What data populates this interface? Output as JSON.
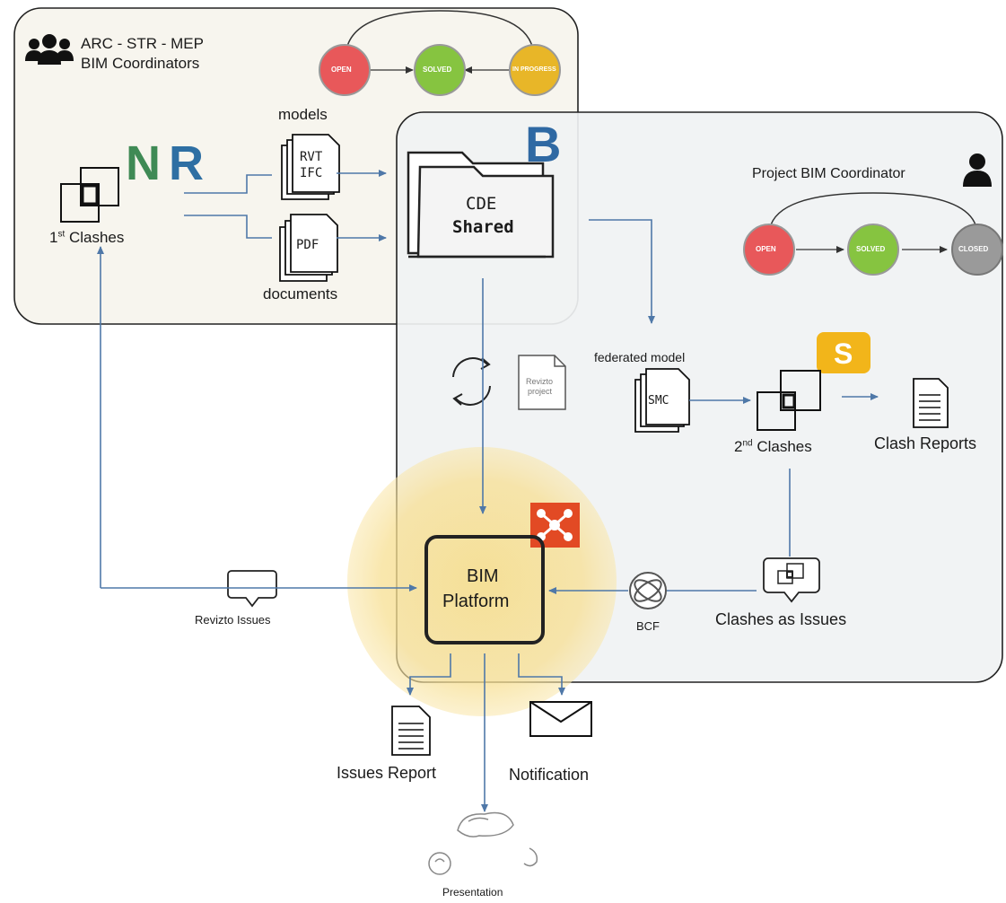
{
  "groups": {
    "team": {
      "line1": "ARC - STR - MEP",
      "line2": "BIM Coordinators"
    },
    "project": {
      "title": "Project BIM Coordinator"
    }
  },
  "workflow_top": [
    "OPEN",
    "SOLVED",
    "IN PROGRESS"
  ],
  "workflow_right": [
    "OPEN",
    "SOLVED",
    "CLOSED"
  ],
  "status_colors": {
    "open": "#e8585a",
    "solved": "#86c440",
    "in_progress": "#e8b628",
    "closed": "#9a9a9a"
  },
  "tools": {
    "navisworks": "N",
    "revit": "R",
    "bim_collab": "B",
    "solibri": "S"
  },
  "labels": {
    "models": "models",
    "documents": "documents",
    "file_rvt": "RVT",
    "file_ifc": "IFC",
    "file_pdf": "PDF",
    "first_clashes_prefix": "1",
    "first_clashes_sup": "st",
    "first_clashes_suffix": " Clashes",
    "cde_line1": "CDE",
    "cde_line2": "Shared",
    "revizto_project_line1": "Revizto",
    "revizto_project_line2": "project",
    "federated_model": "federated model",
    "smc": "SMC",
    "second_clashes_prefix": "2",
    "second_clashes_sup": "nd",
    "second_clashes_suffix": " Clashes",
    "clash_reports": "Clash Reports",
    "bim_platform_line1": "BIM",
    "bim_platform_line2": "Platform",
    "revizto_issues": "Revizto Issues",
    "bcf": "BCF",
    "clashes_as_issues": "Clashes as Issues",
    "issues_report": "Issues Report",
    "notification": "Notification",
    "presentation": "Presentation"
  }
}
